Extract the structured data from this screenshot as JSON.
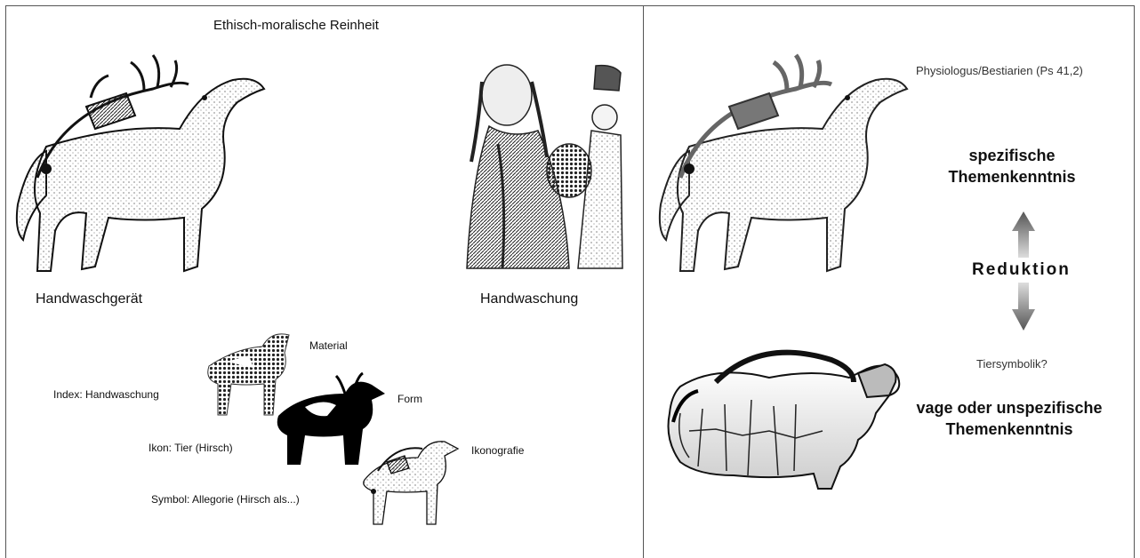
{
  "left": {
    "title": "Ethisch-moralische Reinheit",
    "caption_object": "Handwaschgerät",
    "caption_scene": "Handwaschung",
    "layers": {
      "material": "Material",
      "form": "Form",
      "iconography": "Ikonografie",
      "index": "Index: Handwaschung",
      "icon": "Ikon: Tier (Hirsch)",
      "symbol": "Symbol: Allegorie (Hirsch als...)"
    }
  },
  "right": {
    "source": "Physiologus/Bestiarien (Ps 41,2)",
    "specific_line1": "spezifische",
    "specific_line2": "Themenkenntnis",
    "reduction": "Reduktion",
    "animal_symbolism": "Tiersymbolik?",
    "vague_line1": "vage oder unspezifische",
    "vague_line2": "Themenkenntnis"
  },
  "colors": {
    "border": "#555555",
    "arrow": "#888888",
    "ink": "#111111",
    "highlight": "#bbbbbb"
  },
  "icons": [
    "aquamanile-stag-drawing",
    "hand-washing-scene",
    "stag-material-halftone",
    "stag-form-silhouette",
    "stag-iconography-sketch",
    "aquamanile-stag-gray",
    "aquamanile-vague-photo",
    "arrow-up-gradient",
    "arrow-down-gradient"
  ]
}
